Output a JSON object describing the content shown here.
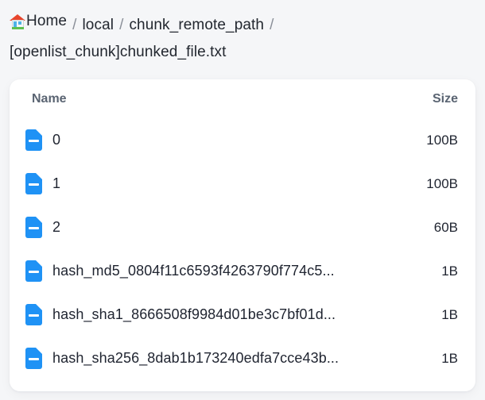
{
  "breadcrumb": {
    "home_icon": "house-icon",
    "home_label": "Home",
    "separator": "/",
    "segments": [
      {
        "label": "local"
      },
      {
        "label": "chunk_remote_path"
      }
    ],
    "current_file": "[openlist_chunk]chunked_file.txt"
  },
  "table": {
    "columns": {
      "name": "Name",
      "size": "Size"
    },
    "rows": [
      {
        "icon": "file-icon",
        "name": "0",
        "size": "100B"
      },
      {
        "icon": "file-icon",
        "name": "1",
        "size": "100B"
      },
      {
        "icon": "file-icon",
        "name": "2",
        "size": "60B"
      },
      {
        "icon": "file-icon",
        "name": "hash_md5_0804f11c6593f4263790f774c5...",
        "size": "1B"
      },
      {
        "icon": "file-icon",
        "name": "hash_sha1_8666508f9984d01be3c7bf01d...",
        "size": "1B"
      },
      {
        "icon": "file-icon",
        "name": "hash_sha256_8dab1b173240edfa7cce43b...",
        "size": "1B"
      }
    ]
  },
  "colors": {
    "page_background": "#f5f6f8",
    "card_background": "#ffffff",
    "file_icon_blue": "#1f92f5",
    "header_text": "#5a6472",
    "body_text": "#1f2430",
    "separator_text": "#8a8f98"
  }
}
